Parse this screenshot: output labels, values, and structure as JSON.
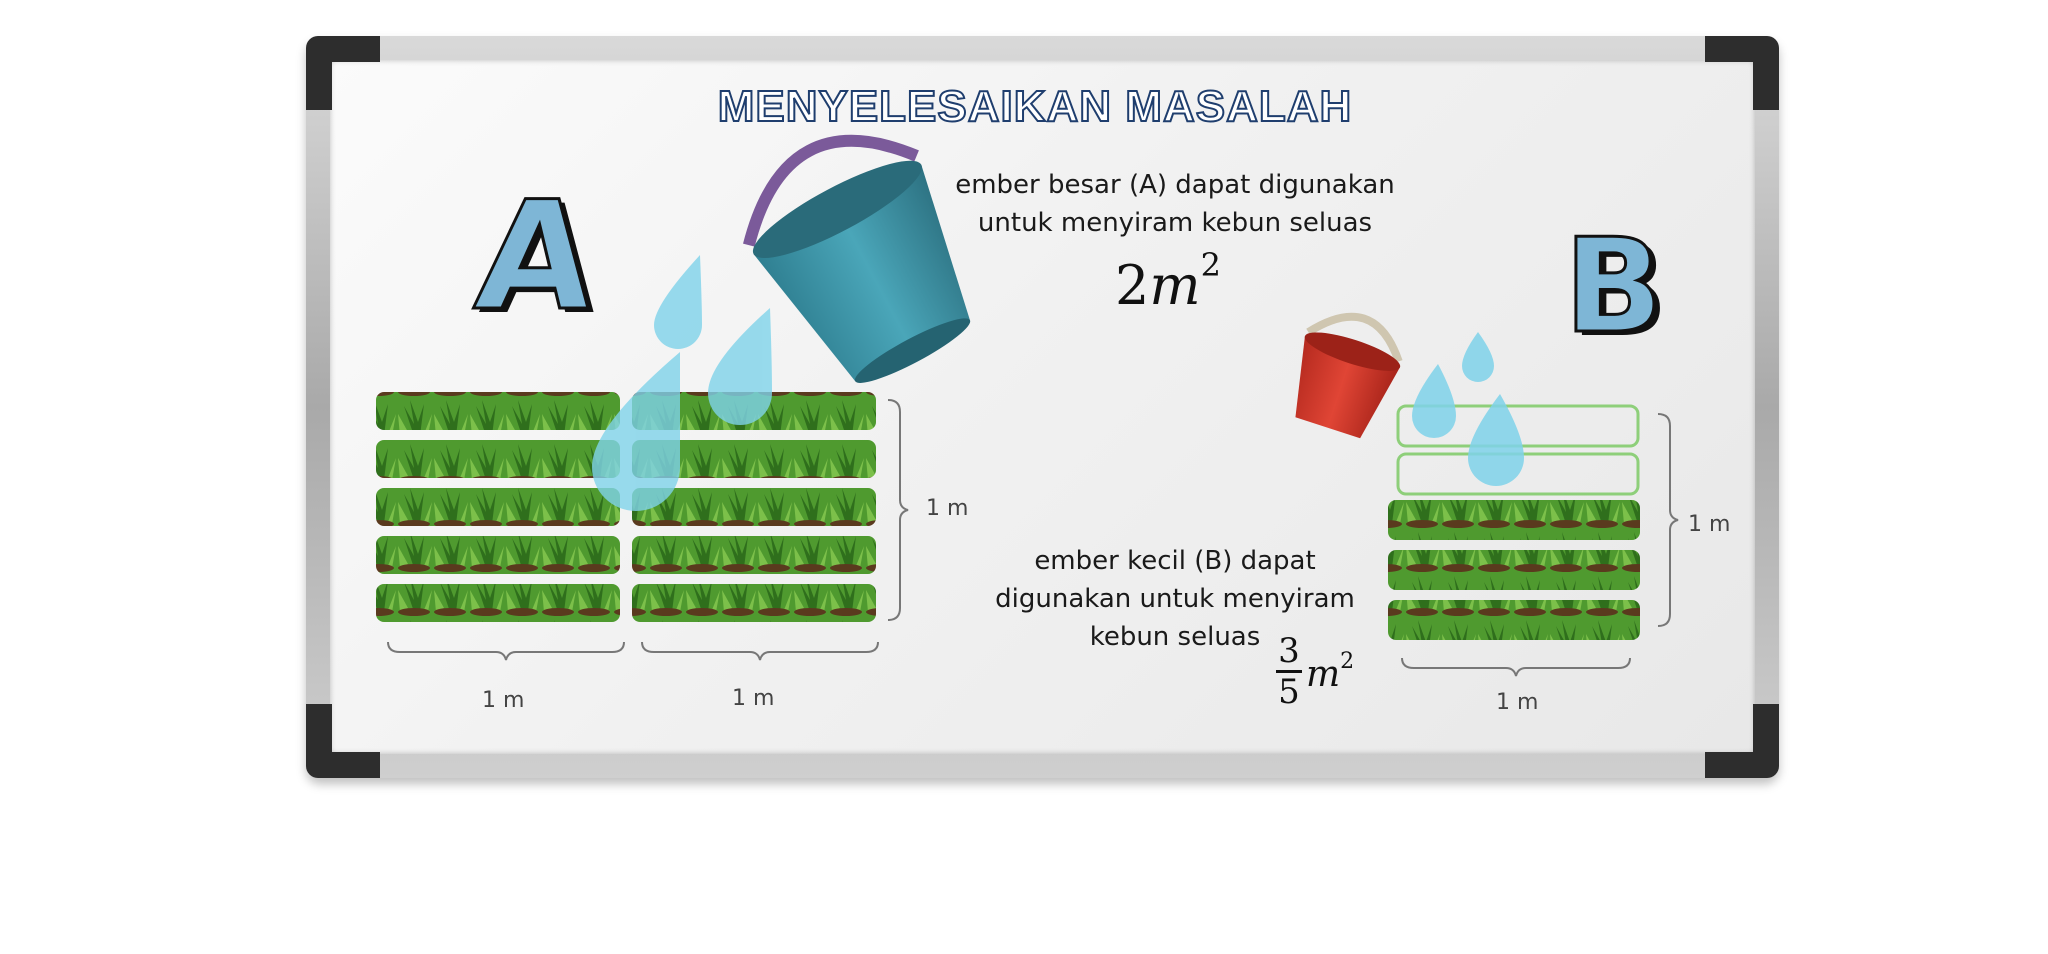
{
  "title": "MENYELESAIKAN MASALAH",
  "letters": {
    "a": "A",
    "b": "B"
  },
  "text_a": {
    "line1": "ember besar (A) dapat digunakan",
    "line2": "untuk menyiram kebun seluas"
  },
  "area_a": {
    "coef": "2",
    "unit": "m",
    "exp": "2"
  },
  "text_b": {
    "line1": "ember kecil (B) dapat",
    "line2": "digunakan untuk menyiram",
    "line3": "kebun seluas"
  },
  "area_b": {
    "num": "3",
    "den": "5",
    "unit": "m",
    "exp": "2"
  },
  "units": {
    "a_height": "1 m",
    "a_width_left": "1 m",
    "a_width_right": "1 m",
    "b_height": "1 m",
    "b_width": "1 m"
  },
  "colors": {
    "plant": "#3f8f2a",
    "bucket_a": "#3a93a6",
    "bucket_b": "#d8392b",
    "water": "#7fd3ea",
    "letter": "#7eb6d6",
    "outline": "#8ecf7a"
  }
}
